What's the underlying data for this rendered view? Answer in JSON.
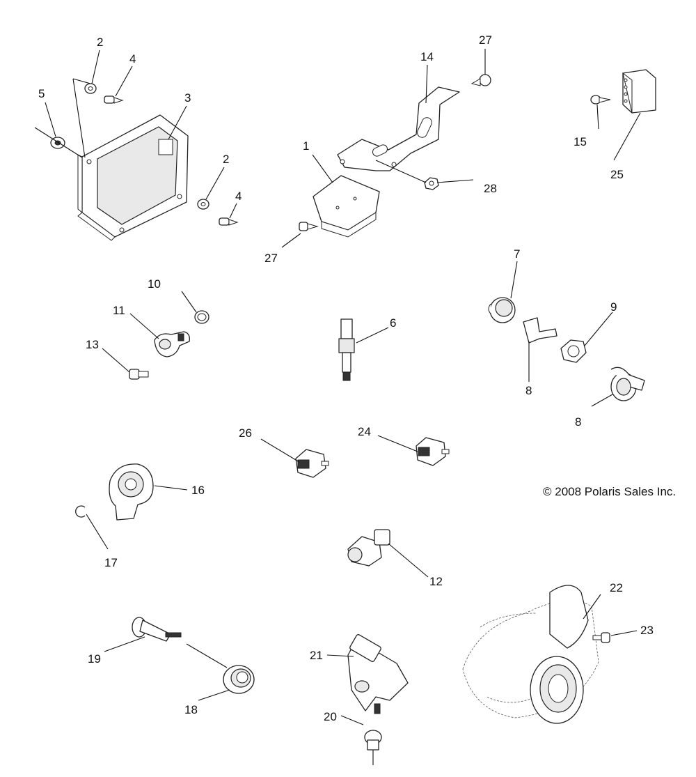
{
  "callouts": [
    {
      "id": "c1",
      "label": "1"
    },
    {
      "id": "c2a",
      "label": "2"
    },
    {
      "id": "c2b",
      "label": "2"
    },
    {
      "id": "c3",
      "label": "3"
    },
    {
      "id": "c4a",
      "label": "4"
    },
    {
      "id": "c4b",
      "label": "4"
    },
    {
      "id": "c5",
      "label": "5"
    },
    {
      "id": "c6",
      "label": "6"
    },
    {
      "id": "c7",
      "label": "7"
    },
    {
      "id": "c8a",
      "label": "8"
    },
    {
      "id": "c8b",
      "label": "8"
    },
    {
      "id": "c9",
      "label": "9"
    },
    {
      "id": "c10",
      "label": "10"
    },
    {
      "id": "c11",
      "label": "11"
    },
    {
      "id": "c12",
      "label": "12"
    },
    {
      "id": "c13",
      "label": "13"
    },
    {
      "id": "c14",
      "label": "14"
    },
    {
      "id": "c15",
      "label": "15"
    },
    {
      "id": "c16",
      "label": "16"
    },
    {
      "id": "c17",
      "label": "17"
    },
    {
      "id": "c18",
      "label": "18"
    },
    {
      "id": "c19",
      "label": "19"
    },
    {
      "id": "c20",
      "label": "20"
    },
    {
      "id": "c21",
      "label": "21"
    },
    {
      "id": "c22",
      "label": "22"
    },
    {
      "id": "c23",
      "label": "23"
    },
    {
      "id": "c24",
      "label": "24"
    },
    {
      "id": "c25",
      "label": "25"
    },
    {
      "id": "c26",
      "label": "26"
    },
    {
      "id": "c27a",
      "label": "27"
    },
    {
      "id": "c27b",
      "label": "27"
    },
    {
      "id": "c28",
      "label": "28"
    }
  ],
  "copyright": "© 2008 Polaris Sales Inc."
}
